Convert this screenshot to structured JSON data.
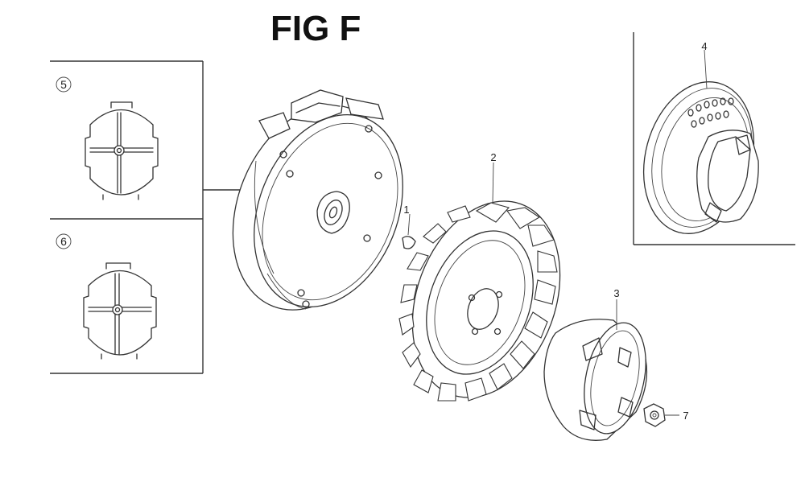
{
  "figure": {
    "title": "FIG F"
  },
  "inset_callouts": [
    "5",
    "6"
  ],
  "callouts": [
    "1",
    "2",
    "3",
    "4",
    "7"
  ],
  "colors": {
    "line": "#333333",
    "background": "#ffffff"
  }
}
